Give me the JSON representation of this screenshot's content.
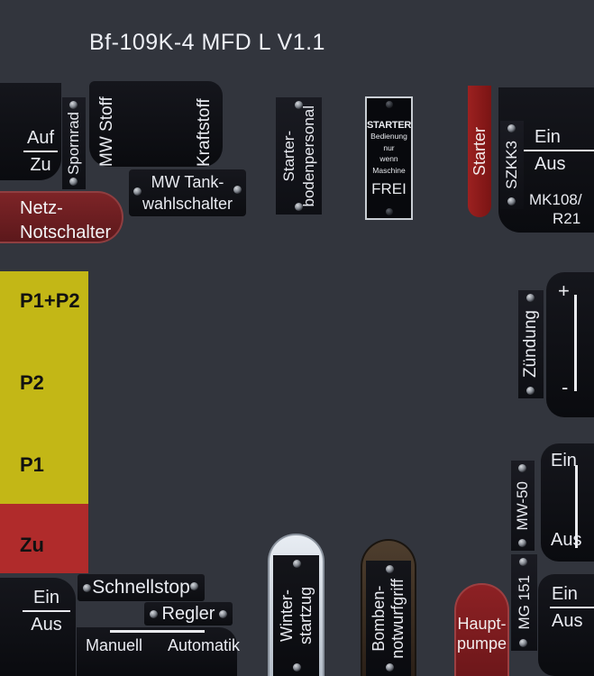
{
  "title": "Bf-109K-4 MFD L V1.1",
  "colors": {
    "background": "#32353d",
    "panel_black": "#0d0e12",
    "selector_yellow": "#c3b716",
    "selector_red": "#b02b2b",
    "emergency_red": "#6f1d20",
    "starter_red": "#8c1a1a",
    "handle_white": "#ccd4dd",
    "handle_brown": "#3a2c1f"
  },
  "landing_gear": {
    "up": "Auf",
    "down": "Zu"
  },
  "tailwheel_label": "Spornrad",
  "fuel_cock_panel": {
    "left": "MW Stoff",
    "right": "Kraftstoff"
  },
  "tank_selector_label": {
    "line1": "MW Tank-",
    "line2": "wahlschalter"
  },
  "netz_notschalter": {
    "line1": "Netz-",
    "line2": "Notschalter"
  },
  "fuel_selector": {
    "pos1": "P1+P2",
    "pos2": "P2",
    "pos3": "P1",
    "pos4": "Zu"
  },
  "starter_crew_label": {
    "line1": "Starter-",
    "line2": "bodenpersonal"
  },
  "starter_placard": {
    "line1": "STARTER",
    "line2": "Bedienung",
    "line3": "nur",
    "line4": "wenn",
    "line5": "Maschine",
    "line6": "FREI"
  },
  "starter_button_label": "Starter",
  "szkk3_label": "SZKK3",
  "weapons_switch": {
    "on": "Ein",
    "off": "Aus",
    "type1": "MK108/",
    "type2": "R21"
  },
  "ignition": {
    "label": "Zündung",
    "plus": "+",
    "minus": "-"
  },
  "mw50_switch": {
    "label": "MW-50",
    "on": "Ein",
    "off": "Aus"
  },
  "mg151_switch": {
    "label": "MG 151",
    "on": "Ein",
    "off": "Aus"
  },
  "hauptpumpe": {
    "line1": "Haupt-",
    "line2": "pumpe"
  },
  "generator_switch": {
    "on": "Ein",
    "off": "Aus"
  },
  "schnellstop_label": "Schnellstop",
  "regler": {
    "label": "Regler",
    "manual": "Manuell",
    "auto": "Automatik"
  },
  "winter_handle": {
    "line1": "Winter-",
    "line2": "startzug"
  },
  "bomb_release": {
    "line1": "Bomben-",
    "line2": "notwurfgriff"
  }
}
